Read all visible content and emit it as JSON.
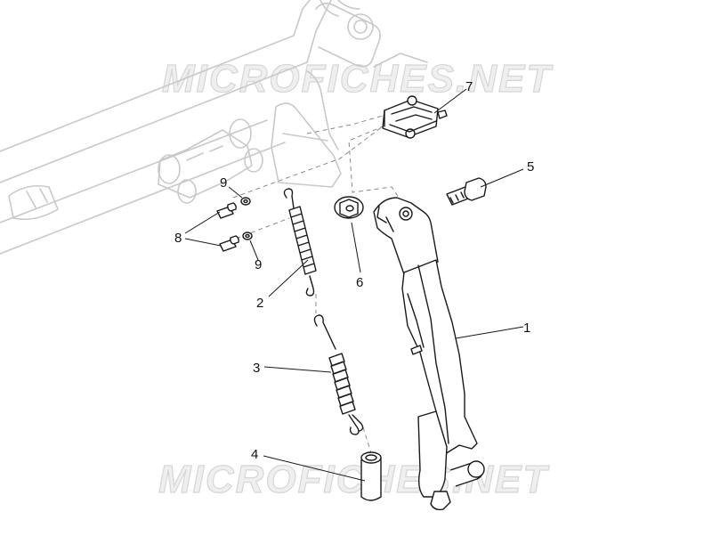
{
  "watermark": "MICROFICHES.NET",
  "callouts": [
    {
      "id": "1",
      "label": "1",
      "part": "center-stand"
    },
    {
      "id": "2",
      "label": "2",
      "part": "spring-upper"
    },
    {
      "id": "3",
      "label": "3",
      "part": "spring-lower"
    },
    {
      "id": "4",
      "label": "4",
      "part": "bushing-sleeve"
    },
    {
      "id": "5",
      "label": "5",
      "part": "pivot-bolt"
    },
    {
      "id": "6",
      "label": "6",
      "part": "flange-nut"
    },
    {
      "id": "7",
      "label": "7",
      "part": "stand-bracket-switch"
    },
    {
      "id": "8",
      "label": "8",
      "part": "screw"
    },
    {
      "id": "9a",
      "label": "9",
      "part": "washer"
    },
    {
      "id": "9b",
      "label": "9",
      "part": "washer"
    }
  ]
}
